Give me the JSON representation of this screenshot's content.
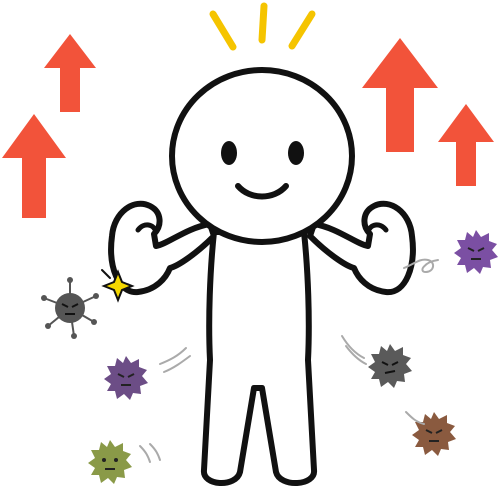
{
  "illustration": {
    "subject": "strong-immunity-figure",
    "icons": {
      "figure": "flexing-person-icon",
      "arrow": "up-arrow-icon",
      "germ": "germ-icon",
      "sparkle": "sparkle-icon"
    },
    "colors": {
      "background": "#ffffff",
      "outline": "#111111",
      "figure_fill": "#ffffff",
      "arrow": "#f2533a",
      "ray": "#f5c400",
      "sparkle": "#f5d800",
      "germ_dark_gray": "#555555",
      "germ_purple": "#6c4d86",
      "germ_gray": "#5a5a5a",
      "germ_brown": "#8a5a3f",
      "germ_green": "#8a9a48",
      "germ_violet": "#7b4fa3",
      "motion_line": "#aaaaaa"
    },
    "counts": {
      "arrows": 4,
      "germs": 6
    }
  }
}
